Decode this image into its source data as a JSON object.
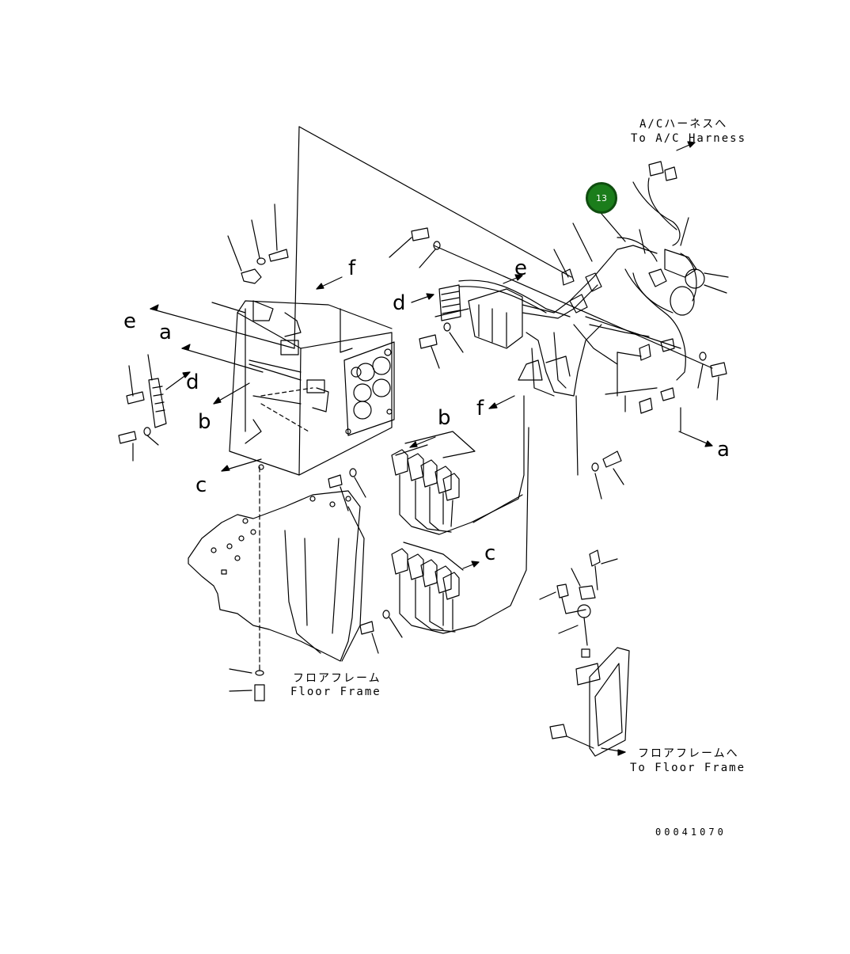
{
  "callout": {
    "number": "13",
    "color": "#1b7d1b"
  },
  "letters": {
    "a": "a",
    "b": "b",
    "c": "c",
    "d": "d",
    "e": "e",
    "f": "f"
  },
  "notes": {
    "ac_harness_jp": "A/Cハーネスへ",
    "ac_harness_en": "To A/C Harness",
    "floor_frame_jp": "フロアフレーム",
    "floor_frame_en": "Floor Frame",
    "to_floor_frame_jp": "フロアフレームへ",
    "to_floor_frame_en": "To Floor Frame"
  },
  "drawing_code": "00041070"
}
